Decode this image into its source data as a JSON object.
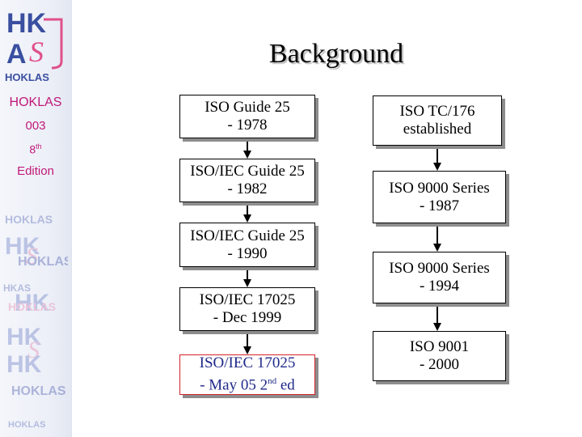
{
  "slide": {
    "title": "Background"
  },
  "sidebar": {
    "logo_text": "HOKLAS",
    "doc_name": "HOKLAS",
    "doc_number": "003",
    "edition_number": "8",
    "edition_suffix": "th",
    "edition_word": "Edition",
    "watermark_text": "HOKLAS"
  },
  "colors": {
    "logo_blue": "#3a4fa0",
    "logo_pink": "#e0508a",
    "sidebar_text": "#c01878",
    "highlight_border": "#d2232a",
    "highlight_text": "#1f2a8a"
  },
  "left_column": [
    {
      "line1": "ISO Guide 25",
      "line2": "- 1978"
    },
    {
      "line1": "ISO/IEC Guide 25",
      "line2": "- 1982"
    },
    {
      "line1": "ISO/IEC Guide 25",
      "line2": "- 1990"
    },
    {
      "line1": "ISO/IEC 17025",
      "line2": "- Dec 1999"
    },
    {
      "line1": "ISO/IEC 17025",
      "line2": "- May 05 2",
      "line2_sup": "nd",
      "line2_end": " ed"
    }
  ],
  "right_column": [
    {
      "line1": "ISO  TC/176",
      "line2": "established"
    },
    {
      "line1": "ISO 9000 Series",
      "line2": "- 1987"
    },
    {
      "line1": "ISO 9000 Series",
      "line2": "- 1994"
    },
    {
      "line1": "ISO 9001",
      "line2": "- 2000"
    }
  ]
}
